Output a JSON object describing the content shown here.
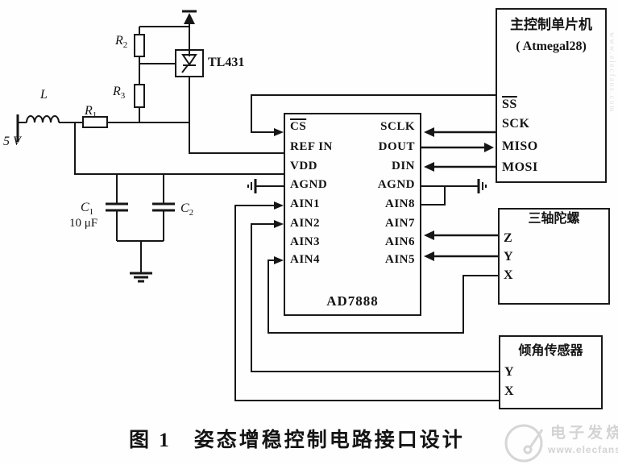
{
  "figure": {
    "caption": "图 1　姿态增稳控制电路接口设计"
  },
  "adc": {
    "name": "AD7888",
    "left_pins": [
      "CS",
      "REF IN",
      "VDD",
      "AGND",
      "AIN1",
      "AIN2",
      "AIN3",
      "AIN4"
    ],
    "right_pins": [
      "SCLK",
      "DOUT",
      "DIN",
      "AGND",
      "AIN8",
      "AIN7",
      "AIN6",
      "AIN5"
    ]
  },
  "mcu": {
    "title": "主控制单片机",
    "subtitle": "( Atmegal28)",
    "pins": [
      "SS",
      "SCK",
      "MISO",
      "MOSI"
    ]
  },
  "gyro": {
    "title": "三轴陀螺",
    "pins": [
      "Z",
      "Y",
      "X"
    ]
  },
  "tilt": {
    "title": "倾角传感器",
    "pins": [
      "Y",
      "X"
    ]
  },
  "power": {
    "supply": "5 V",
    "inductor": "L",
    "r1": {
      "base": "R",
      "sub": "1"
    },
    "r2": {
      "base": "R",
      "sub": "2"
    },
    "r3": {
      "base": "R",
      "sub": "3"
    },
    "regulator": "TL431",
    "c1": {
      "base": "C",
      "sub": "1"
    },
    "c1_value": "10 μF",
    "c2": {
      "base": "C",
      "sub": "2"
    }
  },
  "watermark": {
    "brand": "电子发烧友",
    "site": "www.elecfans.com"
  },
  "colors": {
    "line": "#161616",
    "watermark": "#d6d6d6"
  }
}
